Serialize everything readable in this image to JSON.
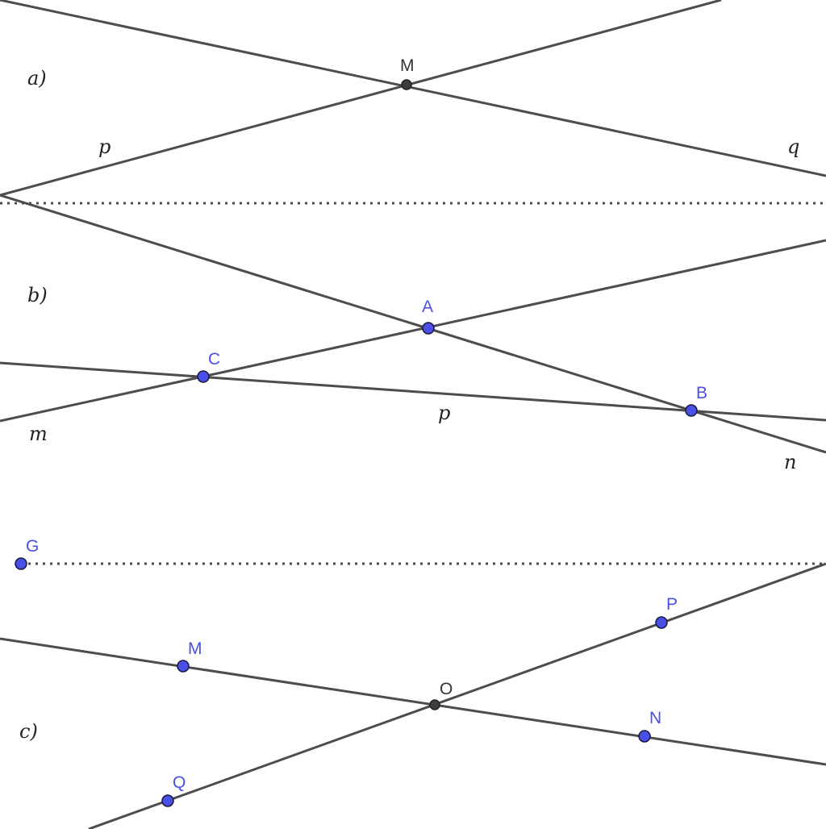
{
  "parts": {
    "a": {
      "label": "a)",
      "point_M": "M",
      "line_p": "p",
      "line_q": "q"
    },
    "b": {
      "label": "b)",
      "point_A": "A",
      "point_B": "B",
      "point_C": "C",
      "line_m": "m",
      "line_n": "n",
      "line_p": "p"
    },
    "c": {
      "label": "c)",
      "point_G": "G",
      "point_M": "M",
      "point_N": "N",
      "point_O": "O",
      "point_P": "P",
      "point_Q": "Q"
    }
  },
  "colors": {
    "line": "#4d4d4d",
    "point_free": "#4a4fe8",
    "point_dependent": "#3d3d3d"
  }
}
